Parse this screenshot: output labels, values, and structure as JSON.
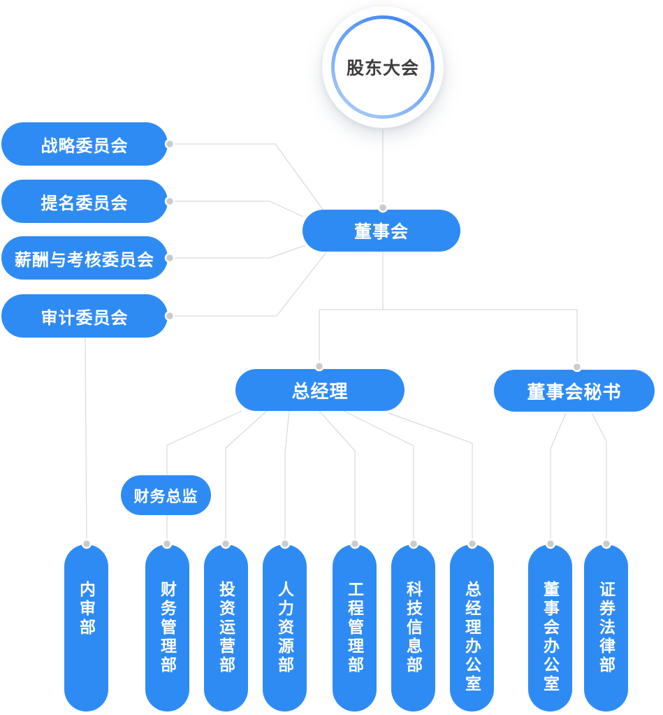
{
  "colors": {
    "node_blue": "#2F8BF4",
    "connector": "#D9D9D9",
    "dot": "#CBCBCB",
    "circle_text": "#3D3D3D",
    "ring_start": "#3F86F2",
    "ring_end": "#A9CDF8"
  },
  "nodes": {
    "root": "股东大会",
    "board": "董事会",
    "committees": [
      "战略委员会",
      "提名委员会",
      "薪酬与考核委员会",
      "审计委员会"
    ],
    "general_manager": "总经理",
    "board_secretary": "董事会秘书",
    "cfo": "财务总监",
    "departments": [
      "内审部",
      "财务管理部",
      "投资运营部",
      "人力资源部",
      "工程管理部",
      "科技信息部",
      "总经理办公室",
      "董事会办公室",
      "证券法律部"
    ]
  }
}
